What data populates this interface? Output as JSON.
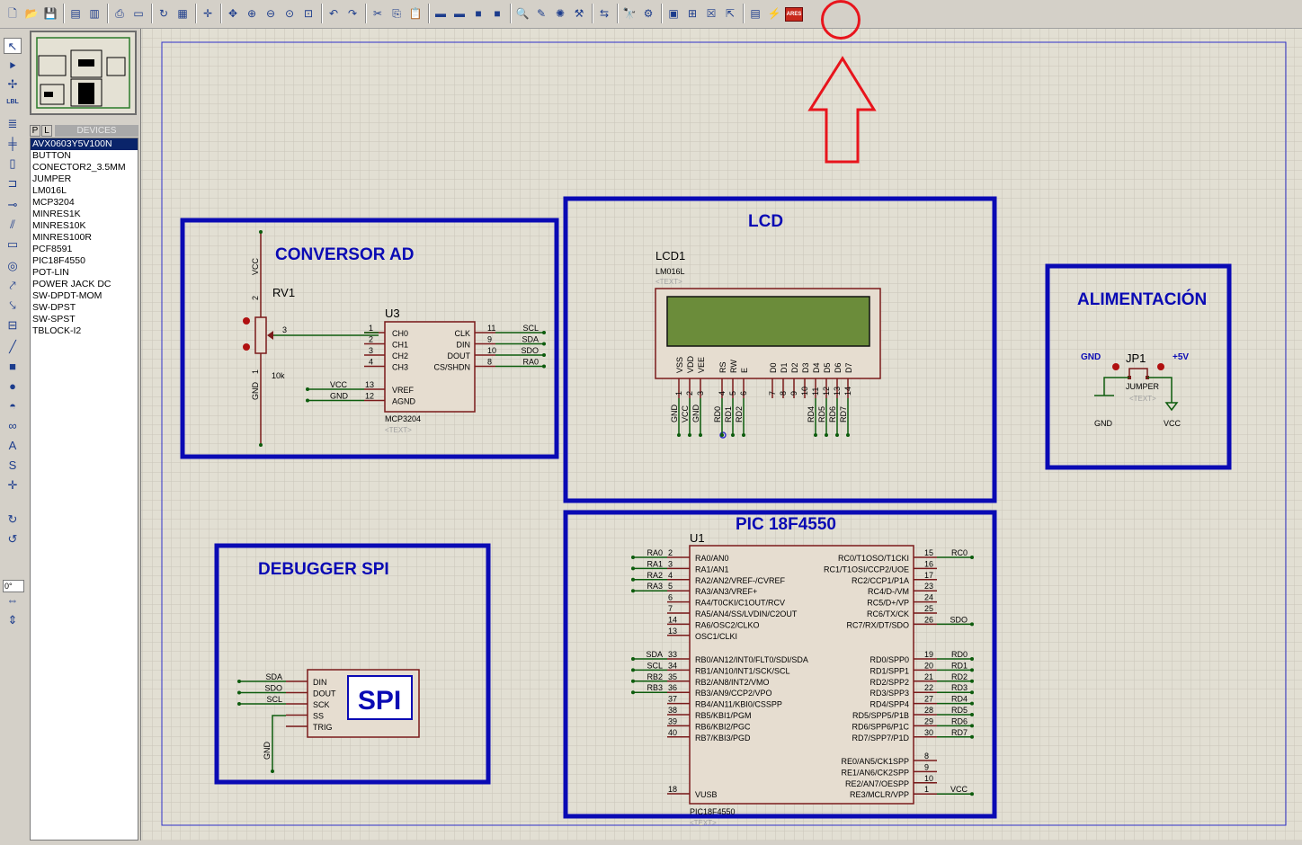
{
  "toolbar": {
    "items": [
      {
        "icon": "new-file-icon",
        "glyph": "🗋"
      },
      {
        "icon": "open-folder-icon",
        "glyph": "📂"
      },
      {
        "icon": "save-icon",
        "glyph": "💾"
      },
      {
        "sep": true
      },
      {
        "icon": "import-section-icon",
        "glyph": "▤"
      },
      {
        "icon": "export-section-icon",
        "glyph": "▥"
      },
      {
        "sep": true
      },
      {
        "icon": "print-icon",
        "glyph": "⎙"
      },
      {
        "icon": "print-area-icon",
        "glyph": "▭"
      },
      {
        "sep": true
      },
      {
        "icon": "refresh-icon",
        "glyph": "↻"
      },
      {
        "icon": "grid-icon",
        "glyph": "▦"
      },
      {
        "sep": true
      },
      {
        "icon": "origin-icon",
        "glyph": "✛"
      },
      {
        "sep": true
      },
      {
        "icon": "pan-icon",
        "glyph": "✥"
      },
      {
        "icon": "zoom-in-icon",
        "glyph": "⊕"
      },
      {
        "icon": "zoom-out-icon",
        "glyph": "⊖"
      },
      {
        "icon": "zoom-all-icon",
        "glyph": "⊙"
      },
      {
        "icon": "zoom-area-icon",
        "glyph": "⊡"
      },
      {
        "sep": true
      },
      {
        "icon": "undo-icon",
        "glyph": "↶"
      },
      {
        "icon": "redo-icon",
        "glyph": "↷"
      },
      {
        "sep": true
      },
      {
        "icon": "cut-icon",
        "glyph": "✂"
      },
      {
        "icon": "copy-icon",
        "glyph": "⎘"
      },
      {
        "icon": "paste-icon",
        "glyph": "📋"
      },
      {
        "sep": true
      },
      {
        "icon": "block-copy-icon",
        "glyph": "▬"
      },
      {
        "icon": "block-move-icon",
        "glyph": "▬"
      },
      {
        "icon": "block-rotate-icon",
        "glyph": "■"
      },
      {
        "icon": "block-delete-icon",
        "glyph": "■"
      },
      {
        "sep": true
      },
      {
        "icon": "pick-device-icon",
        "glyph": "🔍"
      },
      {
        "icon": "make-device-icon",
        "glyph": "✎"
      },
      {
        "icon": "package-icon",
        "glyph": "✺"
      },
      {
        "icon": "decompose-icon",
        "glyph": "⚒"
      },
      {
        "sep": true
      },
      {
        "icon": "wire-autorouter-icon",
        "glyph": "⇆"
      },
      {
        "sep": true
      },
      {
        "icon": "search-tag-icon",
        "glyph": "🔭"
      },
      {
        "icon": "property-tool-icon",
        "glyph": "⚙"
      },
      {
        "sep": true
      },
      {
        "icon": "new-sheet-icon",
        "glyph": "▣"
      },
      {
        "icon": "add-sheet-icon",
        "glyph": "⊞"
      },
      {
        "icon": "delete-sheet-icon",
        "glyph": "☒"
      },
      {
        "icon": "exit-to-parent-icon",
        "glyph": "⇱"
      },
      {
        "sep": true
      },
      {
        "icon": "bill-of-materials-icon",
        "glyph": "▤"
      },
      {
        "icon": "electrical-rule-check-icon",
        "glyph": "⚡"
      },
      {
        "icon": "ares-netlist-icon",
        "glyph": "ARES",
        "highlight": true
      }
    ]
  },
  "left_tools": [
    {
      "icon": "selection-mode-icon",
      "glyph": "↖",
      "active": true
    },
    {
      "icon": "component-mode-icon",
      "glyph": "⯈"
    },
    {
      "icon": "junction-dot-icon",
      "glyph": "✢"
    },
    {
      "icon": "wire-label-icon",
      "glyph": "LBL"
    },
    {
      "icon": "text-script-icon",
      "glyph": "≣"
    },
    {
      "icon": "bus-icon",
      "glyph": "╪"
    },
    {
      "icon": "subcircuit-icon",
      "glyph": "▯"
    },
    {
      "icon": "terminal-icon",
      "glyph": "⊐"
    },
    {
      "icon": "device-pin-icon",
      "glyph": "⊸"
    },
    {
      "icon": "graph-icon",
      "glyph": "⫽"
    },
    {
      "icon": "tape-recorder-icon",
      "glyph": "▭"
    },
    {
      "icon": "generator-icon",
      "glyph": "◎"
    },
    {
      "icon": "voltage-probe-icon",
      "glyph": "⤤"
    },
    {
      "icon": "current-probe-icon",
      "glyph": "⤥"
    },
    {
      "icon": "virtual-instrument-icon",
      "glyph": "⊟"
    },
    {
      "icon": "line-icon",
      "glyph": "╱"
    },
    {
      "icon": "box-icon",
      "glyph": "■"
    },
    {
      "icon": "circle-icon",
      "glyph": "●"
    },
    {
      "icon": "arc-icon",
      "glyph": "◓"
    },
    {
      "icon": "path-icon",
      "glyph": "∞"
    },
    {
      "icon": "text-icon",
      "glyph": "A"
    },
    {
      "icon": "symbol-icon",
      "glyph": "S"
    },
    {
      "icon": "marker-icon",
      "glyph": "✛"
    },
    {
      "icon": "rotate-clockwise-icon",
      "glyph": "↻"
    },
    {
      "icon": "rotate-anticlockwise-icon",
      "glyph": "↺"
    },
    {
      "icon": "mirror-horizontal-icon",
      "glyph": "⇔"
    },
    {
      "icon": "mirror-vertical-icon",
      "glyph": "⇕"
    }
  ],
  "rotation_value": "0°",
  "panel": {
    "tab_p": "P",
    "tab_l": "L",
    "devices_label": "DEVICES",
    "devices": [
      "AVX0603Y5V100N",
      "BUTTON",
      "CONECTOR2_3.5MM",
      "JUMPER",
      "LM016L",
      "MCP3204",
      "MINRES1K",
      "MINRES10K",
      "MINRES100R",
      "PCF8591",
      "PIC18F4550",
      "POT-LIN",
      "POWER JACK DC",
      "SW-DPDT-MOM",
      "SW-DPST",
      "SW-SPST",
      "TBLOCK-I2"
    ],
    "selected": "AVX0603Y5V100N"
  },
  "schematic": {
    "blocks": {
      "conversor": "CONVERSOR AD",
      "lcd": "LCD",
      "alimentacion": "ALIMENTACIÓN",
      "debugger": "DEBUGGER SPI",
      "pic": "PIC 18F4550"
    },
    "rv1": {
      "ref": "RV1",
      "value": "10k",
      "vcc": "VCC",
      "gnd": "GND",
      "pin1": "1",
      "pin2": "2",
      "pin3": "3"
    },
    "u3": {
      "ref": "U3",
      "part": "MCP3204",
      "text": "<TEXT>",
      "left_pins": [
        [
          "1",
          "CH0"
        ],
        [
          "2",
          "CH1"
        ],
        [
          "3",
          "CH2"
        ],
        [
          "4",
          "CH3"
        ]
      ],
      "right_pins": [
        [
          "11",
          "CLK",
          "SCL"
        ],
        [
          "9",
          "DIN",
          "SDA"
        ],
        [
          "10",
          "DOUT",
          "SDO"
        ],
        [
          "8",
          "CS/SHDN",
          "RA0"
        ]
      ],
      "ref_pins": [
        [
          "13",
          "VREF",
          "VCC"
        ],
        [
          "12",
          "AGND",
          "GND"
        ]
      ]
    },
    "lcd1": {
      "ref": "LCD1",
      "part": "LM016L",
      "text": "<TEXT>",
      "pins": [
        [
          "VSS",
          "1",
          "GND"
        ],
        [
          "VDD",
          "2",
          "VCC"
        ],
        [
          "VEE",
          "3",
          "GND"
        ],
        [
          "RS",
          "4",
          "RD0"
        ],
        [
          "RW",
          "5",
          "RD1"
        ],
        [
          "E",
          "6",
          "RD2"
        ],
        [
          "D0",
          "7",
          ""
        ],
        [
          "D1",
          "8",
          ""
        ],
        [
          "D2",
          "9",
          ""
        ],
        [
          "D3",
          "10",
          ""
        ],
        [
          "D4",
          "11",
          "RD4"
        ],
        [
          "D5",
          "12",
          "RD5"
        ],
        [
          "D6",
          "13",
          "RD6"
        ],
        [
          "D7",
          "14",
          "RD7"
        ]
      ]
    },
    "jp1": {
      "ref": "JP1",
      "part": "JUMPER",
      "text": "<TEXT>",
      "gnd_label": "GND",
      "vcc_label": "+5V",
      "gnd_sym": "GND",
      "vcc_sym": "VCC"
    },
    "spi": {
      "label": "SPI",
      "pins": [
        [
          "DIN",
          "SDA"
        ],
        [
          "DOUT",
          "SDO"
        ],
        [
          "SCK",
          "SCL"
        ],
        [
          "SS",
          ""
        ],
        [
          "TRIG",
          ""
        ]
      ],
      "gnd": "GND"
    },
    "u1": {
      "ref": "U1",
      "part": "PIC18F4550",
      "text": "<TEXT>",
      "left_a": [
        [
          "2",
          "RA0/AN0",
          "RA0"
        ],
        [
          "3",
          "RA1/AN1",
          "RA1"
        ],
        [
          "4",
          "RA2/AN2/VREF-/CVREF",
          "RA2"
        ],
        [
          "5",
          "RA3/AN3/VREF+",
          "RA3"
        ],
        [
          "6",
          "RA4/T0CKI/C1OUT/RCV",
          ""
        ],
        [
          "7",
          "RA5/AN4/SS/LVDIN/C2OUT",
          ""
        ],
        [
          "14",
          "RA6/OSC2/CLKO",
          ""
        ],
        [
          "13",
          "OSC1/CLKI",
          ""
        ]
      ],
      "left_b": [
        [
          "33",
          "RB0/AN12/INT0/FLT0/SDI/SDA",
          "SDA"
        ],
        [
          "34",
          "RB1/AN10/INT1/SCK/SCL",
          "SCL"
        ],
        [
          "35",
          "RB2/AN8/INT2/VMO",
          "RB2"
        ],
        [
          "36",
          "RB3/AN9/CCP2/VPO",
          "RB3"
        ],
        [
          "37",
          "RB4/AN11/KBI0/CSSPP",
          ""
        ],
        [
          "38",
          "RB5/KBI1/PGM",
          ""
        ],
        [
          "39",
          "RB6/KBI2/PGC",
          ""
        ],
        [
          "40",
          "RB7/KBI3/PGD",
          ""
        ]
      ],
      "vusb": [
        "18",
        "VUSB"
      ],
      "right_c": [
        [
          "15",
          "RC0/T1OSO/T1CKI",
          "RC0"
        ],
        [
          "16",
          "RC1/T1OSI/CCP2/UOE",
          ""
        ],
        [
          "17",
          "RC2/CCP1/P1A",
          ""
        ],
        [
          "23",
          "RC4/D-/VM",
          ""
        ],
        [
          "24",
          "RC5/D+/VP",
          ""
        ],
        [
          "25",
          "RC6/TX/CK",
          ""
        ],
        [
          "26",
          "RC7/RX/DT/SDO",
          "SDO"
        ]
      ],
      "right_d": [
        [
          "19",
          "RD0/SPP0",
          "RD0"
        ],
        [
          "20",
          "RD1/SPP1",
          "RD1"
        ],
        [
          "21",
          "RD2/SPP2",
          "RD2"
        ],
        [
          "22",
          "RD3/SPP3",
          "RD3"
        ],
        [
          "27",
          "RD4/SPP4",
          "RD4"
        ],
        [
          "28",
          "RD5/SPP5/P1B",
          "RD5"
        ],
        [
          "29",
          "RD6/SPP6/P1C",
          "RD6"
        ],
        [
          "30",
          "RD7/SPP7/P1D",
          "RD7"
        ]
      ],
      "right_e": [
        [
          "8",
          "RE0/AN5/CK1SPP",
          ""
        ],
        [
          "9",
          "RE1/AN6/CK2SPP",
          ""
        ],
        [
          "10",
          "RE2/AN7/OESPP",
          ""
        ],
        [
          "1",
          "RE3/MCLR/VPP",
          "VCC"
        ]
      ]
    }
  },
  "colors": {
    "block": "#0a0ab4",
    "body": "#7a1a1a",
    "body_fill": "#e6ddd0",
    "wire": "#0d5c0d",
    "text": "#000000",
    "annotation": "#e8141c",
    "canvas": "#e2dfd3",
    "grid": "#c9c6ba"
  }
}
